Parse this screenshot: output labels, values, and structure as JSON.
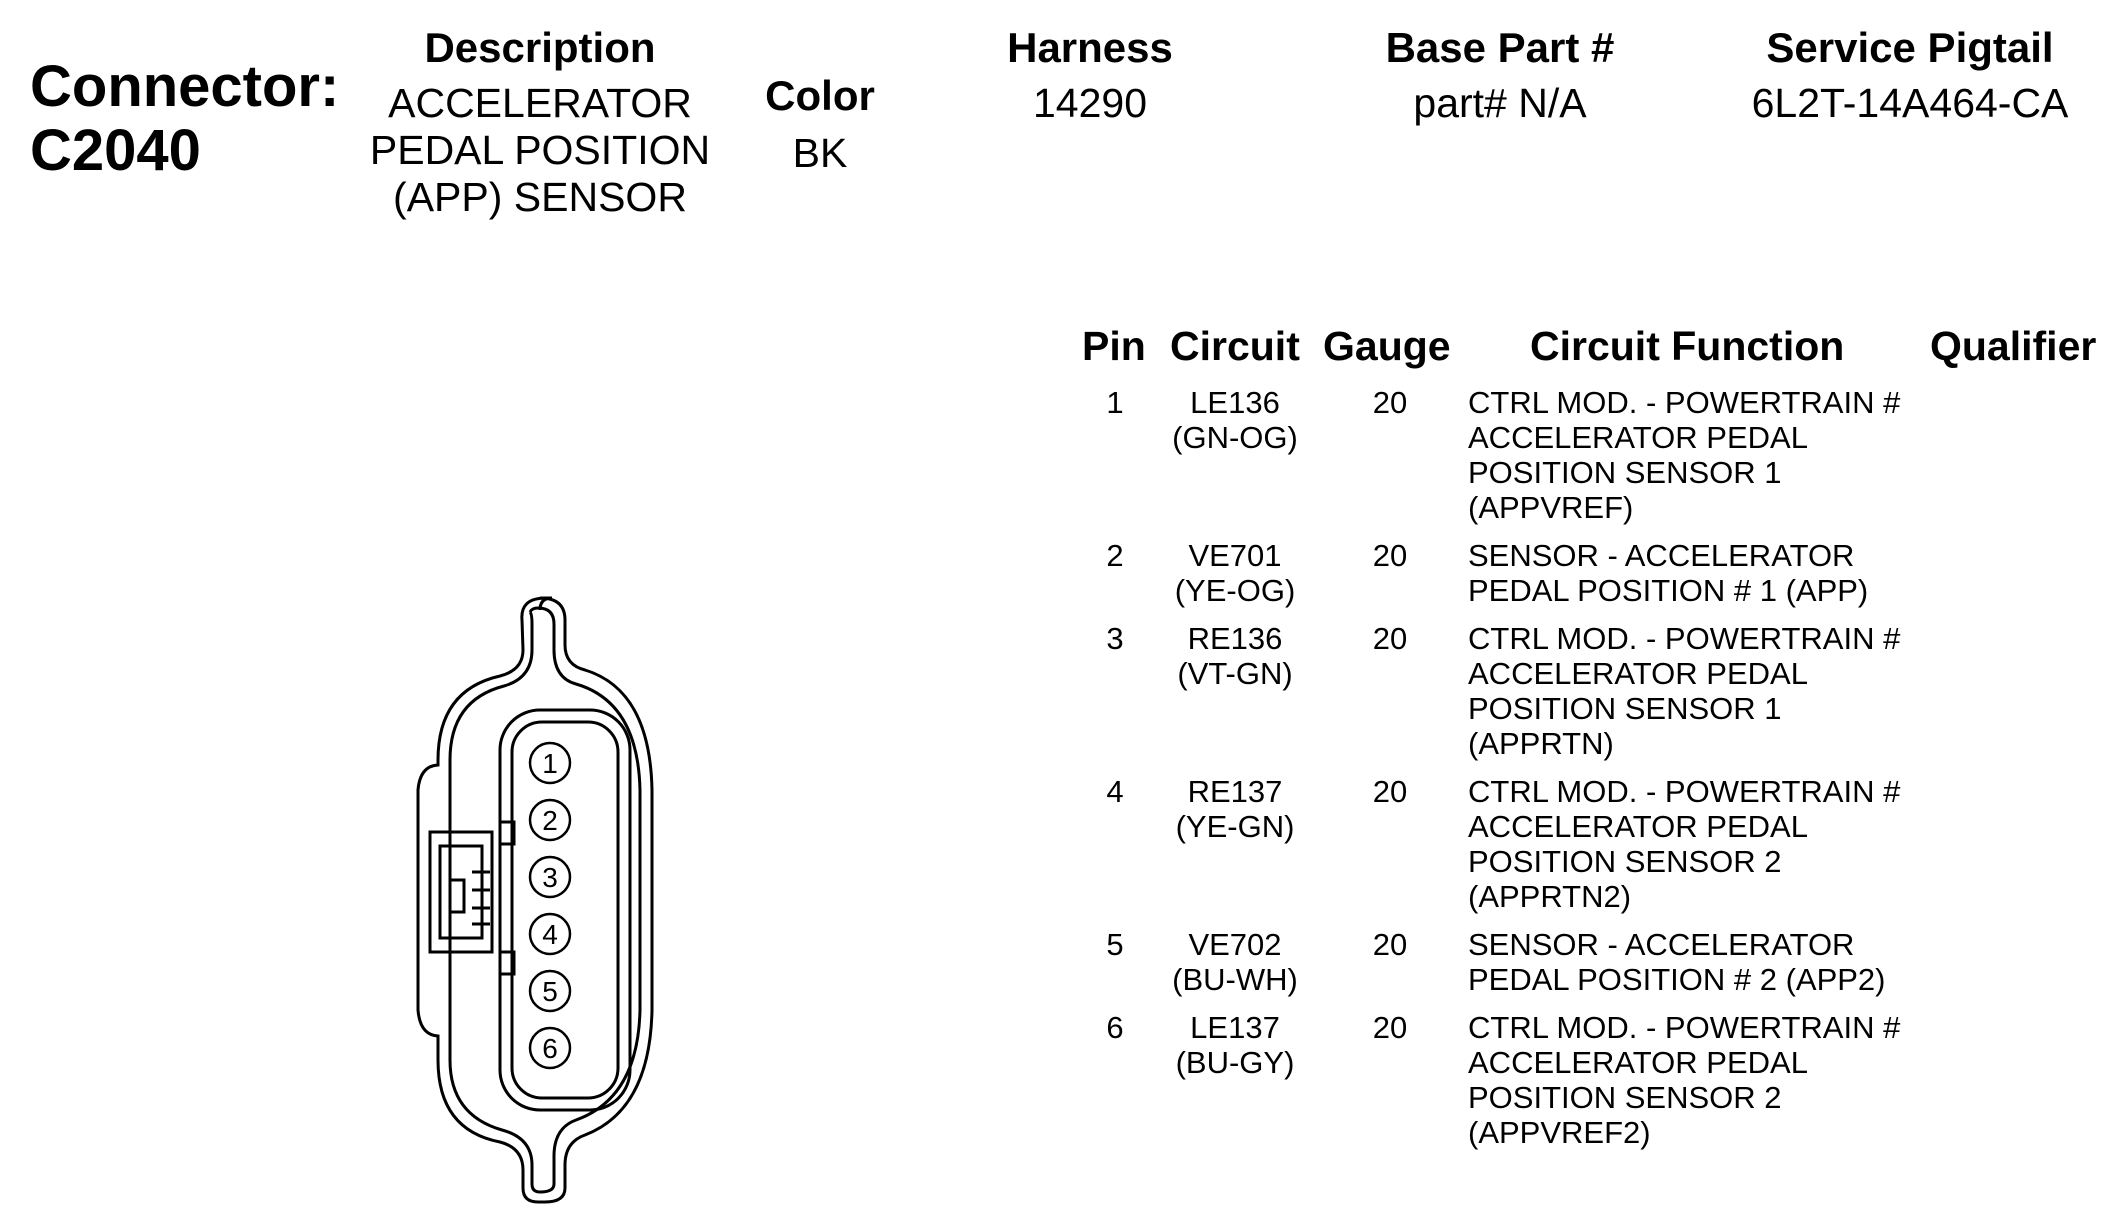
{
  "connector": {
    "label": "Connector:",
    "id": "C2040"
  },
  "header": {
    "description": {
      "title": "Description",
      "lines": [
        "ACCELERATOR",
        "PEDAL POSITION",
        "(APP) SENSOR"
      ]
    },
    "color": {
      "title": "Color",
      "value": "BK"
    },
    "harness": {
      "title": "Harness",
      "value": "14290"
    },
    "base_part": {
      "title": "Base Part #",
      "value": "part# N/A"
    },
    "service_pigtail": {
      "title": "Service Pigtail",
      "value": "6L2T-14A464-CA"
    }
  },
  "table": {
    "columns": [
      "Pin",
      "Circuit",
      "Gauge",
      "Circuit Function",
      "Qualifier"
    ],
    "rows": [
      {
        "pin": "1",
        "circuit": [
          "LE136",
          "(GN-OG)"
        ],
        "gauge": "20",
        "function": [
          "CTRL MOD. - POWERTRAIN #",
          "ACCELERATOR PEDAL",
          "POSITION SENSOR 1",
          "(APPVREF)"
        ],
        "qualifier": ""
      },
      {
        "pin": "2",
        "circuit": [
          "VE701",
          "(YE-OG)"
        ],
        "gauge": "20",
        "function": [
          "SENSOR - ACCELERATOR",
          "PEDAL POSITION # 1 (APP)"
        ],
        "qualifier": ""
      },
      {
        "pin": "3",
        "circuit": [
          "RE136",
          "(VT-GN)"
        ],
        "gauge": "20",
        "function": [
          "CTRL MOD. - POWERTRAIN #",
          "ACCELERATOR PEDAL",
          "POSITION SENSOR 1",
          "(APPRTN)"
        ],
        "qualifier": ""
      },
      {
        "pin": "4",
        "circuit": [
          "RE137",
          "(YE-GN)"
        ],
        "gauge": "20",
        "function": [
          "CTRL MOD. - POWERTRAIN #",
          "ACCELERATOR PEDAL",
          "POSITION SENSOR 2",
          "(APPRTN2)"
        ],
        "qualifier": ""
      },
      {
        "pin": "5",
        "circuit": [
          "VE702",
          "(BU-WH)"
        ],
        "gauge": "20",
        "function": [
          "SENSOR - ACCELERATOR",
          "PEDAL POSITION # 2 (APP2)"
        ],
        "qualifier": ""
      },
      {
        "pin": "6",
        "circuit": [
          "LE137",
          "(BU-GY)"
        ],
        "gauge": "20",
        "function": [
          "CTRL MOD. - POWERTRAIN #",
          "ACCELERATOR PEDAL",
          "POSITION SENSOR 2",
          "(APPVREF2)"
        ],
        "qualifier": ""
      }
    ]
  },
  "drawing": {
    "pin_labels": [
      "1",
      "2",
      "3",
      "4",
      "5",
      "6"
    ]
  }
}
